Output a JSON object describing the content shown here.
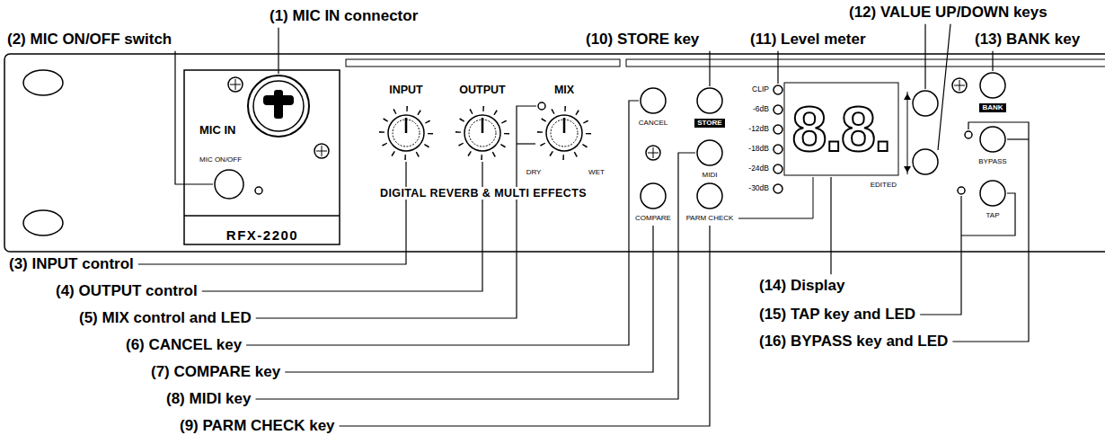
{
  "diagram": {
    "labels": [
      "(12) VALUE UP/DOWN keys",
      "(1) MIC IN connector",
      "(2) MIC ON/OFF switch",
      "(10) STORE key",
      "(11) Level meter",
      "(13) BANK key",
      "MIC IN",
      "MIC ON/OFF",
      "RFX-2200",
      "INPUT",
      "OUTPUT",
      "MIX",
      "DRY",
      "WET",
      "DIGITAL REVERB & MULTI EFFECTS",
      "CANCEL",
      "STORE",
      "MIDI",
      "COMPARE",
      "PARM CHECK",
      "CLIP",
      "-6dB",
      "-12dB",
      "-18dB",
      "-24dB",
      "-30dB",
      "8.8.",
      "EDITED",
      "BANK",
      "BYPASS",
      "TAP",
      "(3) INPUT control",
      "(4) OUTPUT control",
      "(5) MIX control and LED",
      "(6) CANCEL key",
      "(7) COMPARE key",
      "(8) MIDI key",
      "(9) PARM CHECK key",
      "(14) Display",
      "(15) TAP key and LED",
      "(16) BYPASS key and LED"
    ]
  }
}
